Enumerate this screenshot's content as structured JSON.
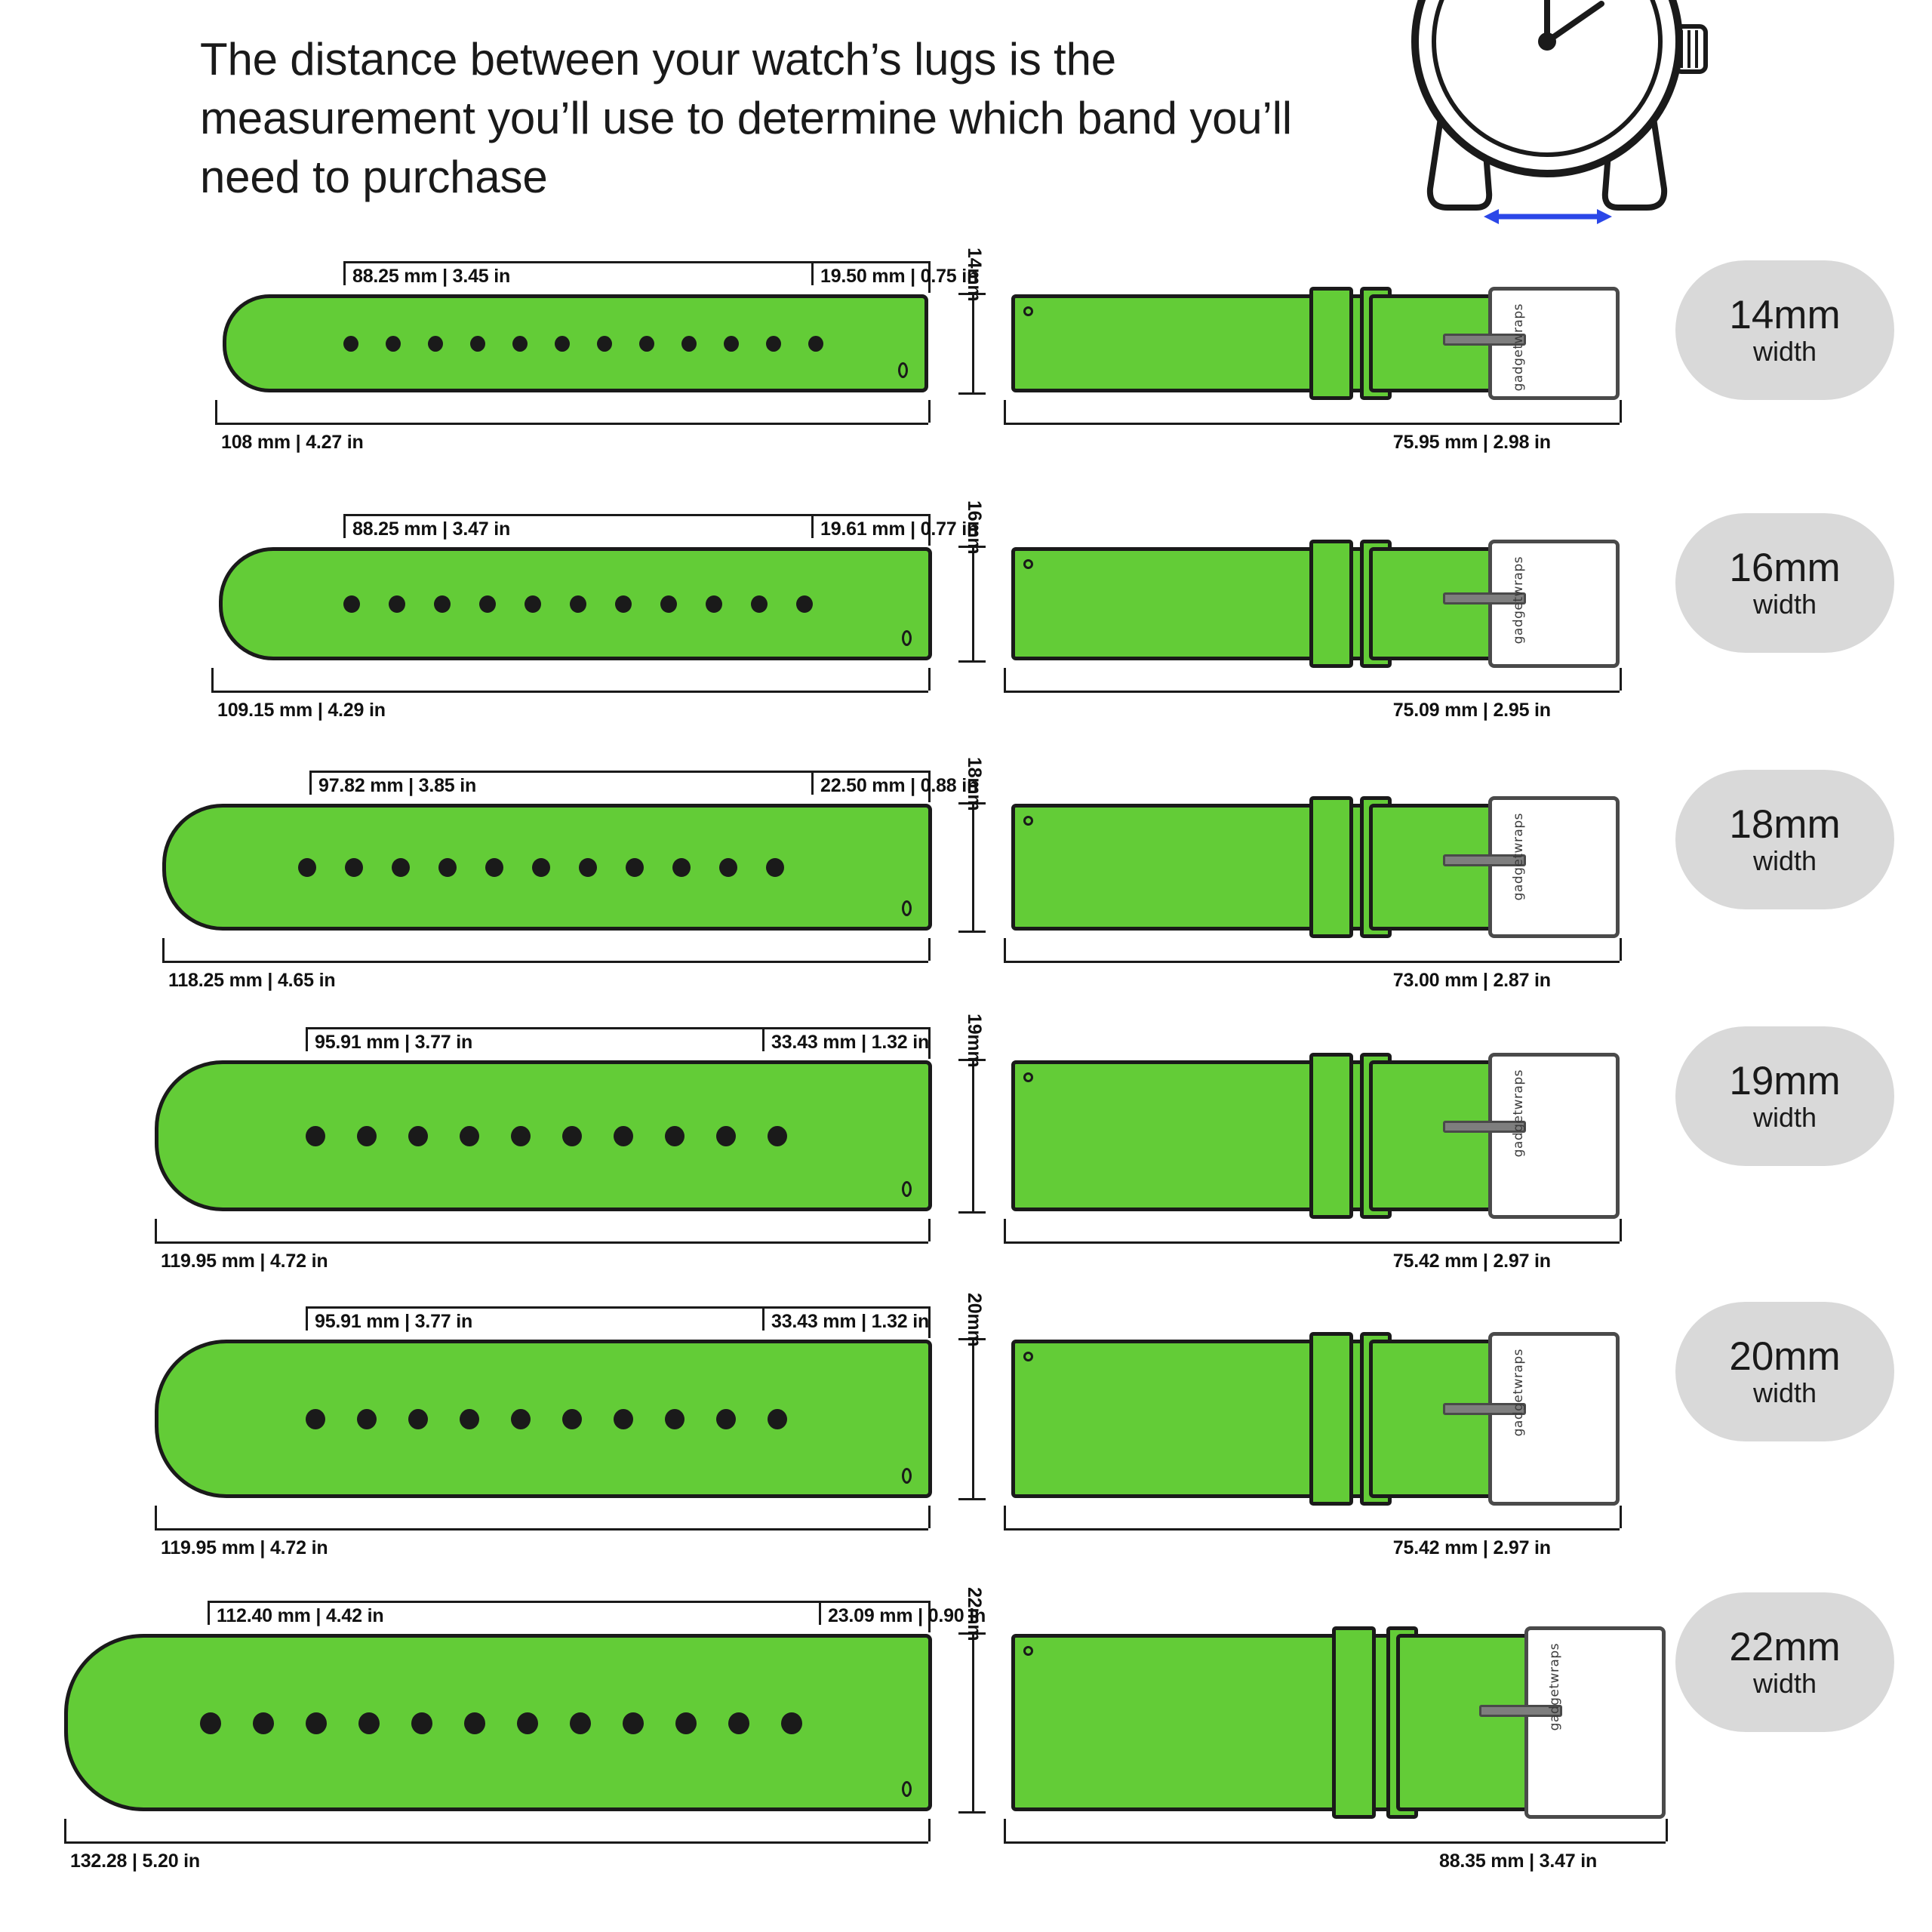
{
  "header": {
    "headline": "The distance between your watch’s lugs is the measurement you’ll use to determine which band you’ll need to purchase"
  },
  "watch": {
    "icon": "wristwatch-illustration",
    "lug_arrow": "lug-distance-arrow"
  },
  "rows": [
    {
      "id": "14mm",
      "top_left_label": "88.25 mm | 3.45 in",
      "top_right_label": "19.50 mm | 0.75 in",
      "width_label": "14mm",
      "bottom_left_label": "108 mm | 4.27 in",
      "bottom_right_label": "75.95 mm | 2.98 in",
      "pill_size": "14mm",
      "pill_sub": "width",
      "brand": "gadgetwraps",
      "holes": 12
    },
    {
      "id": "16mm",
      "top_left_label": "88.25 mm | 3.47 in",
      "top_right_label": "19.61 mm | 0.77 in",
      "width_label": "16mm",
      "bottom_left_label": "109.15 mm | 4.29 in",
      "bottom_right_label": "75.09 mm | 2.95 in",
      "pill_size": "16mm",
      "pill_sub": "width",
      "brand": "gadgetwraps",
      "holes": 11
    },
    {
      "id": "18mm",
      "top_left_label": "97.82 mm | 3.85 in",
      "top_right_label": "22.50 mm | 0.88 in",
      "width_label": "18mm",
      "bottom_left_label": "118.25 mm | 4.65 in",
      "bottom_right_label": "73.00 mm | 2.87 in",
      "pill_size": "18mm",
      "pill_sub": "width",
      "brand": "gadgetwraps",
      "holes": 11
    },
    {
      "id": "19mm",
      "top_left_label": "95.91 mm | 3.77 in",
      "top_right_label": "33.43 mm | 1.32 in",
      "width_label": "19mm",
      "bottom_left_label": "119.95 mm | 4.72 in",
      "bottom_right_label": "75.42 mm | 2.97 in",
      "pill_size": "19mm",
      "pill_sub": "width",
      "brand": "gadgetwraps",
      "holes": 10
    },
    {
      "id": "20mm",
      "top_left_label": "95.91 mm | 3.77 in",
      "top_right_label": "33.43 mm | 1.32 in",
      "width_label": "20mm",
      "bottom_left_label": "119.95 mm | 4.72 in",
      "bottom_right_label": "75.42 mm | 2.97 in",
      "pill_size": "20mm",
      "pill_sub": "width",
      "brand": "gadgetwraps",
      "holes": 10
    },
    {
      "id": "22mm",
      "top_left_label": "112.40 mm | 4.42 in",
      "top_right_label": "23.09 mm | 0.90 in",
      "width_label": "22mm",
      "bottom_left_label": "132.28 | 5.20 in",
      "bottom_right_label": "88.35 mm | 3.47 in",
      "pill_size": "22mm",
      "pill_sub": "width",
      "brand": "gadgetwraps",
      "holes": 12
    }
  ],
  "colors": {
    "strap": "#63cc37",
    "outline": "#1a1a1a",
    "pill_bg": "#d9d9d9",
    "arrow": "#2b47e8",
    "hardware": "#7e7e7e"
  }
}
